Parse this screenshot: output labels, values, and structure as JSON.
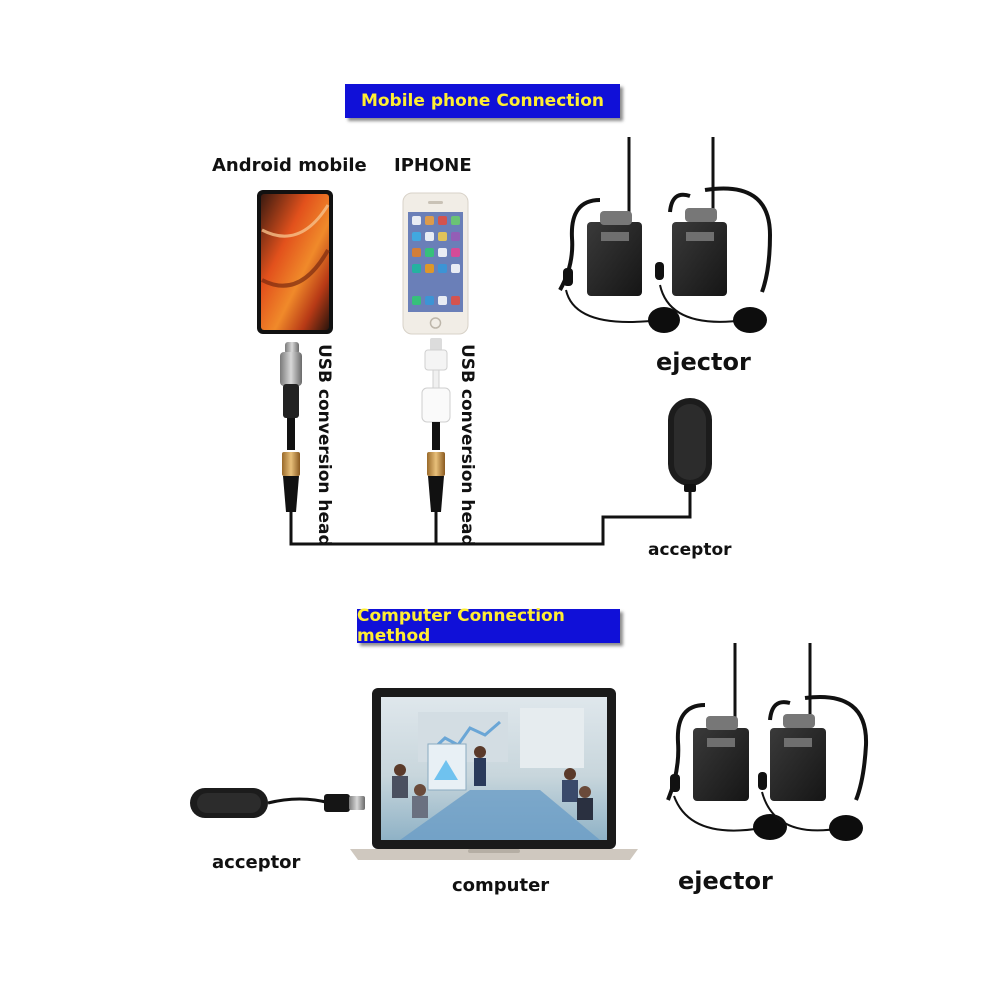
{
  "mobile_section": {
    "title": "Mobile phone Connection",
    "android_label": "Android mobile",
    "iphone_label": "IPHONE",
    "usb_label_1": "USB conversion head",
    "usb_label_2": "USB conversion head",
    "ejector_label": "ejector",
    "acceptor_label": "acceptor"
  },
  "computer_section": {
    "title": "Computer Connection method",
    "acceptor_label": "acceptor",
    "computer_label": "computer",
    "ejector_label": "ejector"
  },
  "colors": {
    "banner_bg": "#1010d8",
    "banner_text": "#ffee33"
  }
}
